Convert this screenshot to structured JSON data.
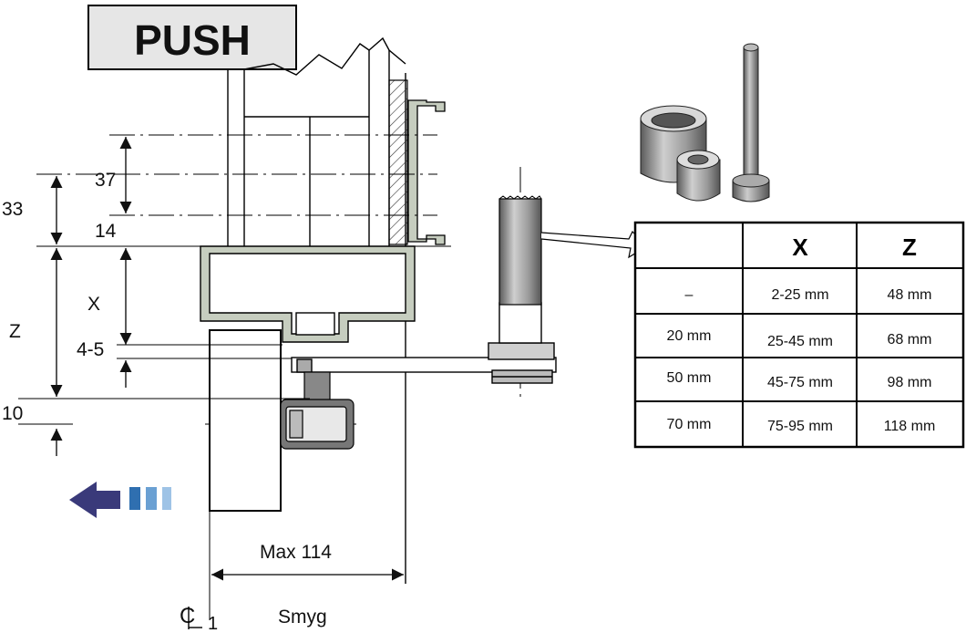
{
  "push_label": "PUSH",
  "dims": {
    "d37": "37",
    "d33": "33",
    "d14": "14",
    "dX": "X",
    "dZ": "Z",
    "d45": "4-5",
    "d10": "10",
    "max_width": "Max 114",
    "centerline": "1",
    "smyg": "Smyg"
  },
  "table": {
    "headers": [
      "",
      "X",
      "Z"
    ],
    "rows": [
      [
        "–",
        "2-25 mm",
        "48 mm"
      ],
      [
        "20 mm",
        "25-45 mm",
        "68 mm"
      ],
      [
        "50 mm",
        "45-75 mm",
        "98 mm"
      ],
      [
        "70 mm",
        "75-95 mm",
        "118 mm"
      ]
    ]
  },
  "colors": {
    "arrow_dark": "#3a3a7a",
    "arrow_mid": "#2f6fb0",
    "arrow_light": "#9ec3e6",
    "arrow_pale": "#c9e2f3",
    "channel": "#c6cdbf",
    "parts": "#8a8a8a"
  }
}
